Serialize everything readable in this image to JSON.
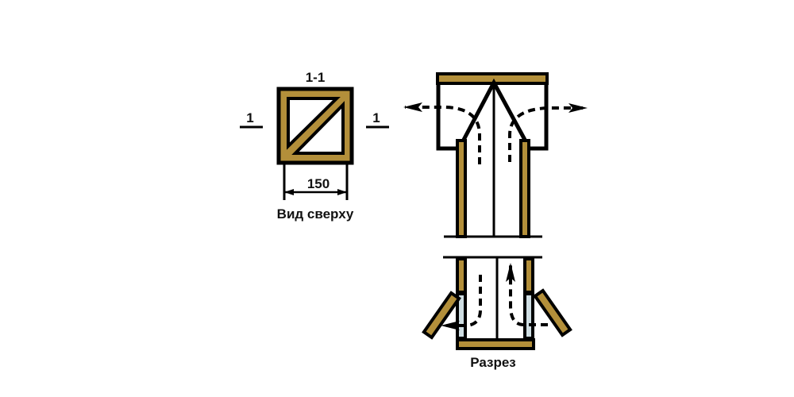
{
  "colors": {
    "wood": "#b38f3a",
    "glass": "#cfdee3",
    "line": "#000000"
  },
  "top_view": {
    "section_mark": "1-1",
    "cut_label_left": "1",
    "cut_label_right": "1",
    "dimension": "150",
    "caption": "Вид сверху"
  },
  "section_view": {
    "caption": "Разрез"
  }
}
